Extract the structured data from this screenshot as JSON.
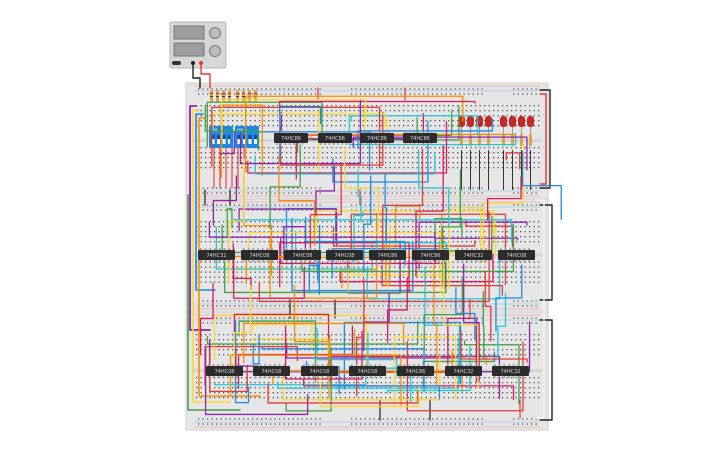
{
  "colors": {
    "board": "#e6e6e6",
    "board_edge": "#cfcfcf",
    "hole": "#555555",
    "chip": "#2b2b2b",
    "dip_switch": "#1e88e5",
    "led": "#c62828",
    "resistor": "#d9a441",
    "psu_body": "#d7d7d7",
    "psu_screen": "#9e9e9e",
    "wire_red": "#e53935",
    "wire_black": "#212121",
    "wire_yellow": "#fdd835",
    "wire_blue": "#1e88e5",
    "wire_green": "#43a047",
    "wire_purple": "#8e24aa",
    "wire_orange": "#fb8c00",
    "wire_cyan": "#26c6da",
    "wire_magenta": "#d81b60",
    "wire_white": "#f5f5f5"
  },
  "power_supply": {
    "icon": "power-supply-icon"
  },
  "dip_switches": [
    {
      "label": "ON"
    },
    {
      "label": "ON"
    }
  ],
  "chips": {
    "row1": [
      "74HC86",
      "74HC86",
      "74HC86",
      "74HC86"
    ],
    "row2": [
      "74HC32",
      "74HC08",
      "74HC08",
      "74HC08",
      "74HC86",
      "74HC86",
      "74HC32",
      "74HC08"
    ],
    "row3": [
      "74HC08",
      "74HC08",
      "74HC08",
      "74HC08",
      "74HC86",
      "74HC32",
      "74HC32"
    ]
  },
  "leds": {
    "count": 8
  }
}
